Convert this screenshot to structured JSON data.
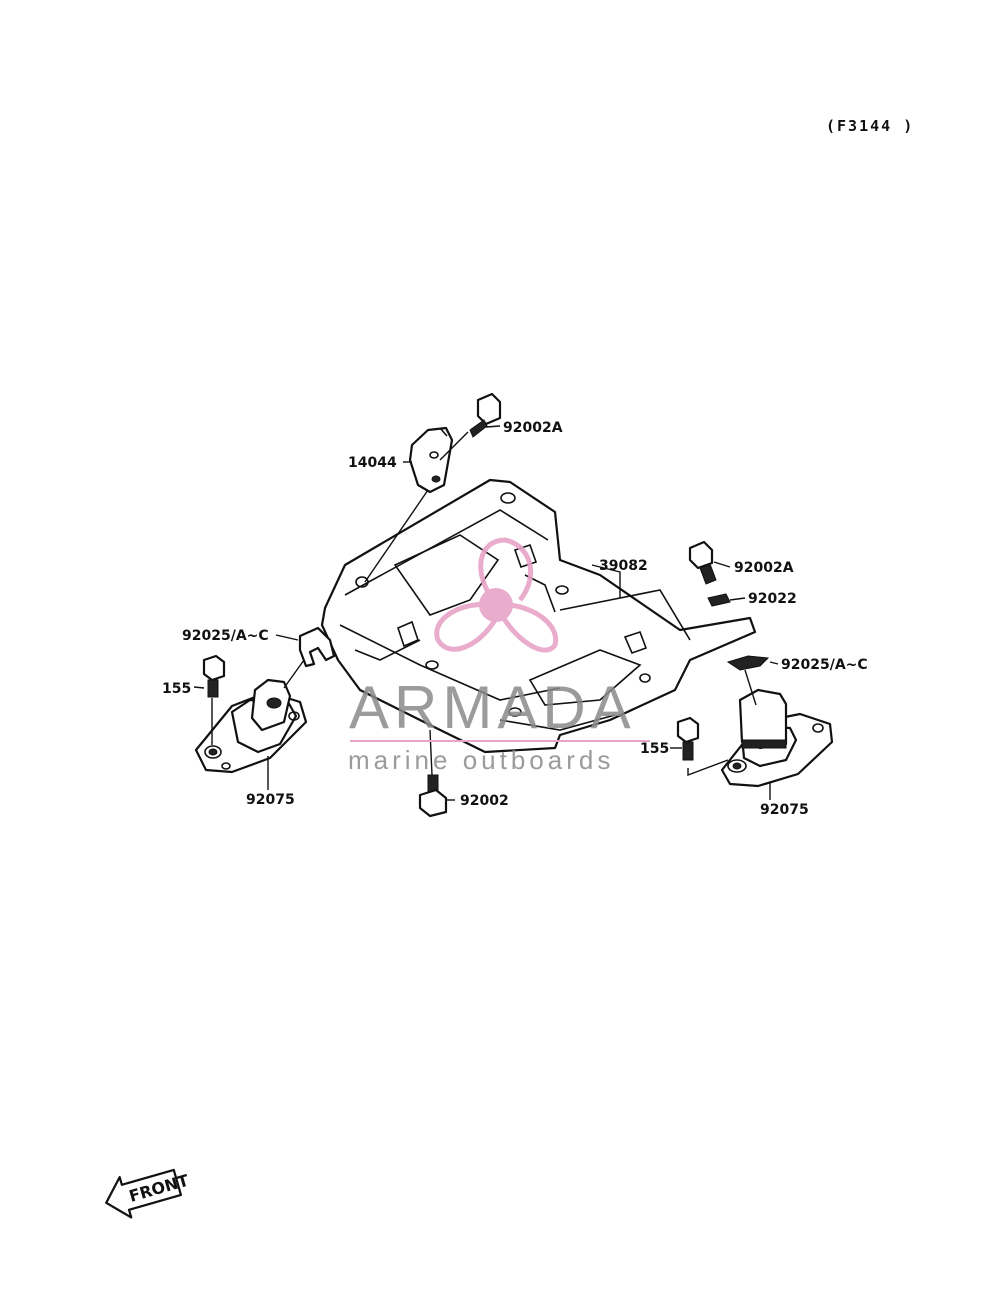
{
  "diagram": {
    "ref_code": "(F3144 )",
    "front_label": "FRONT",
    "labels": {
      "bolt_top": "92002A",
      "bracket": "14044",
      "plate": "39082",
      "bolt_right": "92002A",
      "washer_right": "92022",
      "shim_left": "92025/A~C",
      "shim_right": "92025/A~C",
      "bolt_155_left": "155",
      "bolt_155_right": "155",
      "mount_left": "92075",
      "mount_right": "92075",
      "bolt_bottom": "92002"
    }
  },
  "watermark": {
    "title": "ARMADA",
    "subtitle": "marine outboards",
    "accent_color": "#e8a4c8",
    "text_color": "#8a8a8a"
  }
}
